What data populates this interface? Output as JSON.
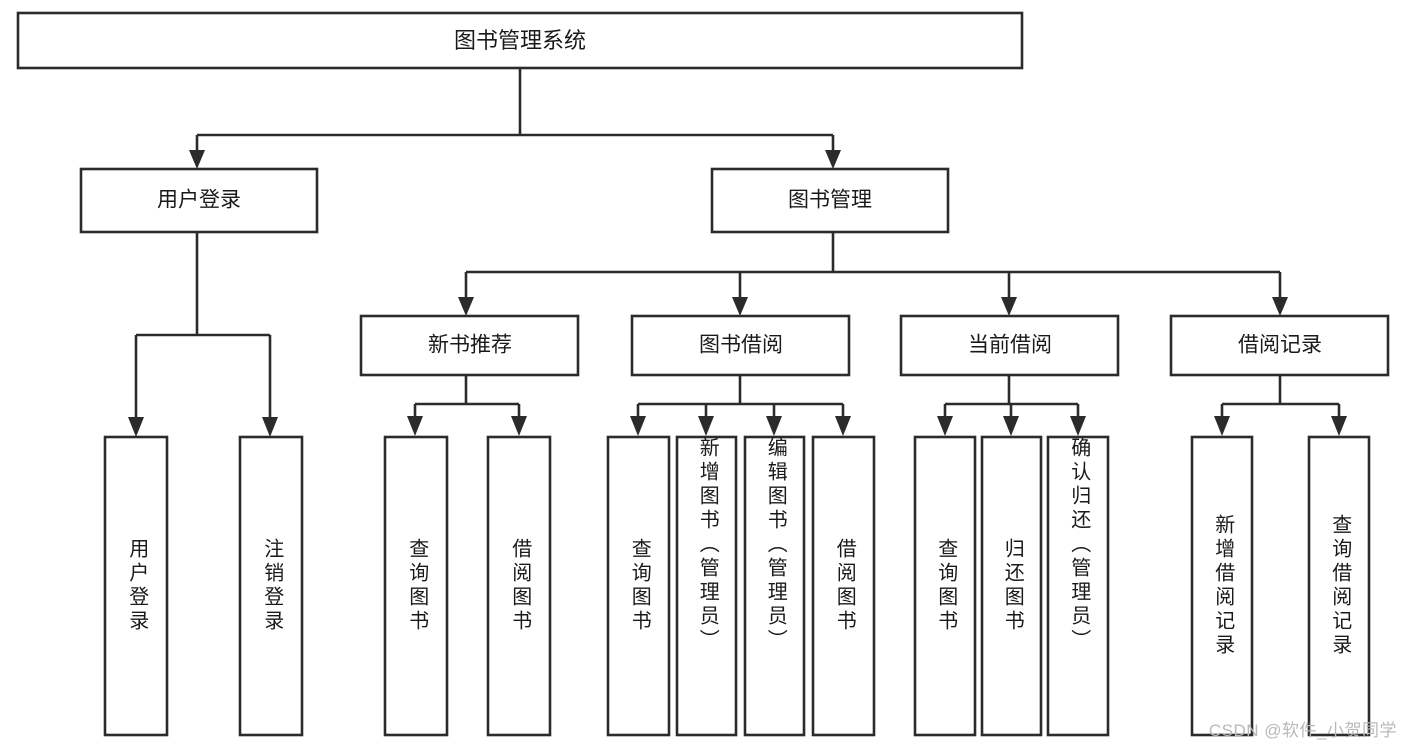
{
  "diagram": {
    "type": "tree-hierarchy-chart",
    "title": "图书管理系统",
    "background_color": "#ffffff",
    "line_color": "#2b2b2b",
    "text_color": "#1a1a1a",
    "levels": {
      "root": {
        "label": "图书管理系统"
      },
      "level2": [
        {
          "label": "用户登录"
        },
        {
          "label": "图书管理"
        }
      ],
      "level3": [
        {
          "label": "新书推荐"
        },
        {
          "label": "图书借阅"
        },
        {
          "label": "当前借阅"
        },
        {
          "label": "借阅记录"
        }
      ],
      "leaves": {
        "user_login": [
          {
            "label": "用户登录"
          },
          {
            "label": "注销登录"
          }
        ],
        "new_book_recommend": [
          {
            "label": "查询图书"
          },
          {
            "label": "借阅图书"
          }
        ],
        "book_borrow": [
          {
            "label": "查询图书"
          },
          {
            "label": "新增图书（管理员）"
          },
          {
            "label": "编辑图书（管理员）"
          },
          {
            "label": "借阅图书"
          }
        ],
        "current_borrow": [
          {
            "label": "查询图书"
          },
          {
            "label": "归还图书"
          },
          {
            "label": "确认归还（管理员）"
          }
        ],
        "borrow_record": [
          {
            "label": "新增借阅记录"
          },
          {
            "label": "查询借阅记录"
          }
        ]
      }
    }
  },
  "watermark": {
    "text": "CSDN @软件_小贺同学"
  }
}
